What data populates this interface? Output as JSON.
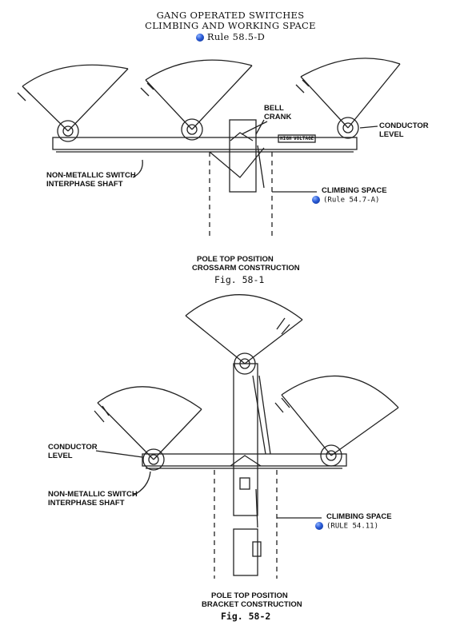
{
  "header": {
    "title_line1": "GANG OPERATED SWITCHES",
    "title_line2": "CLIMBING AND WORKING SPACE",
    "rule_ref": "Rule 58.5-D"
  },
  "figure1": {
    "bell_crank_line1": "BELL",
    "bell_crank_line2": "CRANK",
    "conductor_level_line1": "CONDUCTOR",
    "conductor_level_line2": "LEVEL",
    "shaft_line1": "NON-METALLIC SWITCH",
    "shaft_line2": "INTERPHASE SHAFT",
    "climbing_space": "CLIMBING SPACE",
    "climbing_rule": "(Rule 54.7-A)",
    "sign_left": "HIGH",
    "sign_right": "VOLTAGE",
    "caption_line1": "POLE TOP POSITION",
    "caption_line2": "CROSSARM CONSTRUCTION",
    "fig_label": "Fig. 58-1"
  },
  "figure2": {
    "conductor_level_line1": "CONDUCTOR",
    "conductor_level_line2": "LEVEL",
    "shaft_line1": "NON-METALLIC SWITCH",
    "shaft_line2": "INTERPHASE SHAFT",
    "climbing_space": "CLIMBING SPACE",
    "climbing_rule": "(RULE 54.11)",
    "caption_line1": "POLE TOP POSITION",
    "caption_line2": "BRACKET CONSTRUCTION",
    "fig_label": "Fig. 58-2"
  },
  "colors": {
    "bullet": "#2a5bd7",
    "ink": "#222222"
  }
}
